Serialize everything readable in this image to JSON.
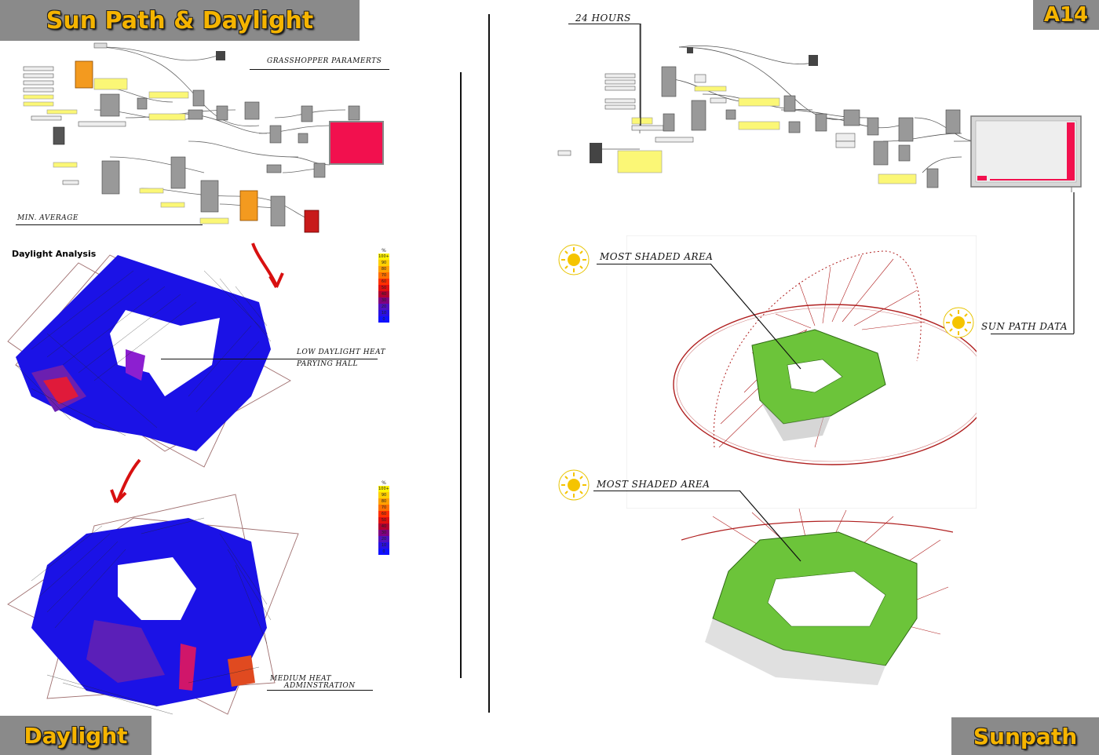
{
  "banners": {
    "title": "Sun Path & Daylight",
    "page_code": "A14",
    "bottom_left": "Daylight",
    "bottom_right": "Sunpath"
  },
  "left": {
    "grasshopper_label": "GRASSHOPPER PARAMERTS",
    "min_average_label": "MIN. AVERAGE",
    "daylight_heading": "Daylight Analysis",
    "annotation1_line1": "LOW DAYLIGHT HEAT",
    "annotation1_line2": "PARYING HALL",
    "annotation2_line1": "MEDIUM HEAT",
    "annotation2_line2": "ADMINSTRATION",
    "legend_unit": "%",
    "legend_stops": [
      "100+",
      "90",
      "80",
      "70",
      "60",
      "50",
      "40",
      "30",
      "20",
      "10",
      "0"
    ]
  },
  "right": {
    "hours_label": "24 HOURS",
    "shaded_label_1": "MOST SHADED AREA",
    "shaded_label_2": "MOST SHADED AREA",
    "sunpath_data_label": "SUN PATH DATA"
  },
  "colors": {
    "banner_bg": "#8a8a8a",
    "banner_text": "#f5b400",
    "daylight_blue": "#1b12e6",
    "building_green": "#6cc43a",
    "sunpath_red": "#b02020",
    "arrow_red": "#d81010"
  }
}
